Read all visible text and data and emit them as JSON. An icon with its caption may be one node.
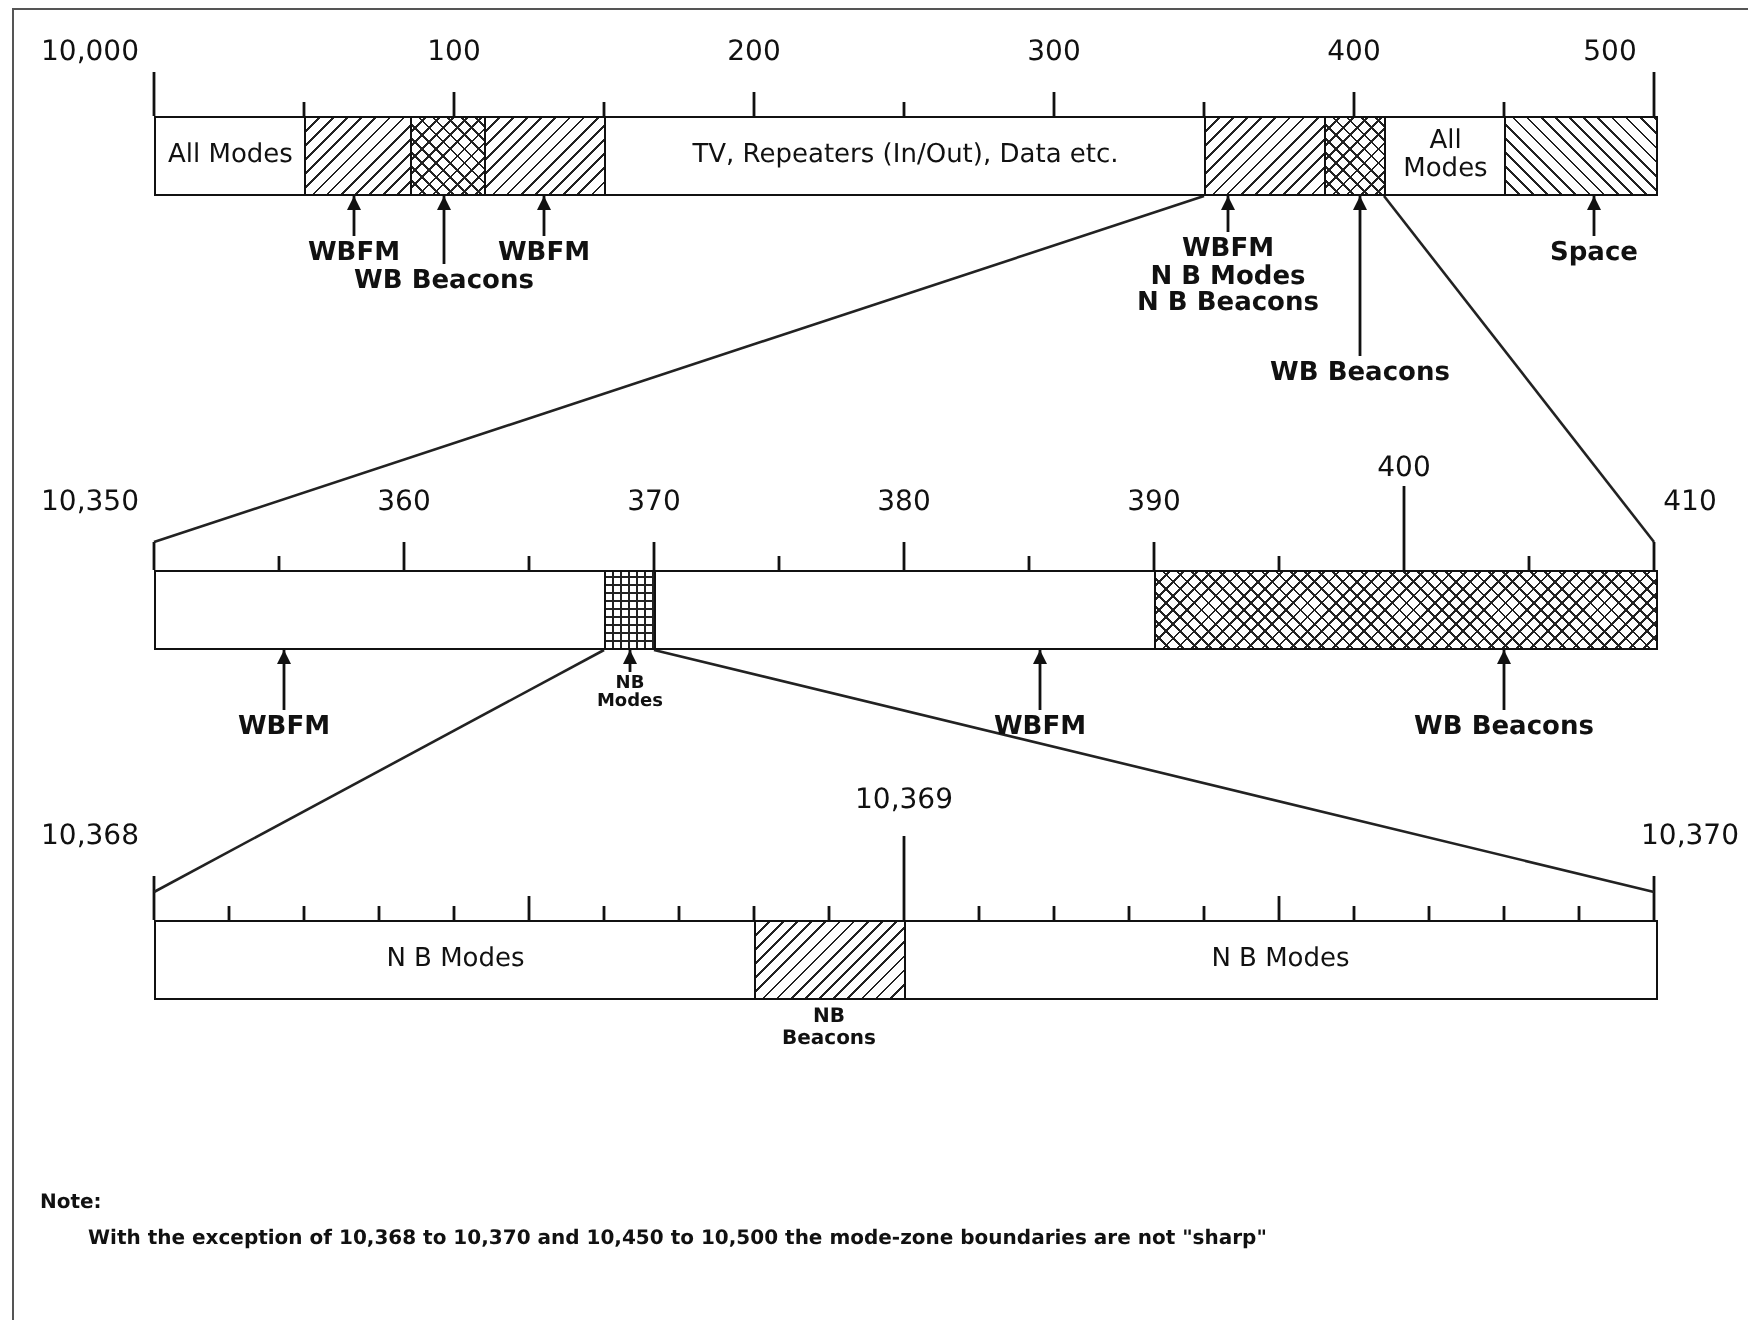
{
  "diagram": {
    "nodes": [
      {
        "text": [
          "All Modes"
        ]
      },
      {
        "text": [],
        "shape": "bar"
      },
      {
        "text": [],
        "shape": "bar"
      },
      {
        "text": [],
        "shape": "bar"
      },
      {
        "text": [
          "TV, Repeaters (In/Out), Data etc."
        ]
      },
      {
        "text": [],
        "shape": "bar"
      },
      {
        "text": [],
        "shape": "bar"
      },
      {
        "text": [
          "All Modes"
        ]
      },
      {
        "text": [],
        "shape": "bar"
      },
      {
        "text": [
          "WBFM"
        ]
      },
      {
        "text": [
          "WB Beacons"
        ]
      },
      {
        "text": [
          "WBFM"
        ]
      },
      {
        "text": [
          "WBFM",
          "N B Modes",
          "N B Beacons"
        ]
      },
      {
        "text": [
          "WB Beacons"
        ]
      },
      {
        "text": [
          "Space"
        ]
      },
      {
        "text": [],
        "shape": "bar"
      },
      {
        "text": [],
        "shape": "bar"
      },
      {
        "text": [],
        "shape": "bar"
      },
      {
        "text": [],
        "shape": "bar"
      },
      {
        "text": [
          "WBFM"
        ]
      },
      {
        "text": [
          "NB Modes"
        ]
      },
      {
        "text": [
          "WBFM"
        ]
      },
      {
        "text": [
          "WB Beacons"
        ]
      },
      {
        "text": [
          "N B Modes"
        ]
      },
      {
        "text": [],
        "shape": "bar",
        "beside": [
          "NB Beacons"
        ]
      },
      {
        "text": [
          "N B Modes"
        ]
      }
    ],
    "edges": [
      {
        "from": 9,
        "to": 1,
        "arrow": "to"
      },
      {
        "from": 10,
        "to": 2,
        "arrow": "to"
      },
      {
        "from": 11,
        "to": 3,
        "arrow": "to"
      },
      {
        "from": 12,
        "to": 5,
        "arrow": "to"
      },
      {
        "from": 13,
        "to": 6,
        "arrow": "to"
      },
      {
        "from": 14,
        "to": 8,
        "arrow": "to"
      },
      {
        "from": 19,
        "to": 15,
        "arrow": "to"
      },
      {
        "from": 20,
        "to": 16,
        "arrow": "to"
      },
      {
        "from": 21,
        "to": 17,
        "arrow": "to"
      },
      {
        "from": 22,
        "to": 18,
        "arrow": "to"
      }
    ],
    "labels": [
      "10,000",
      "100",
      "200",
      "300",
      "400",
      "500",
      "10,350",
      "360",
      "370",
      "380",
      "390",
      "400",
      "410",
      "10,368",
      "10,369",
      "10,370",
      "Note:",
      "With the exception of 10,368 to 10,370 and 10,450 to 10,500 the mode-zone boundaries are not \"sharp\""
    ]
  }
}
